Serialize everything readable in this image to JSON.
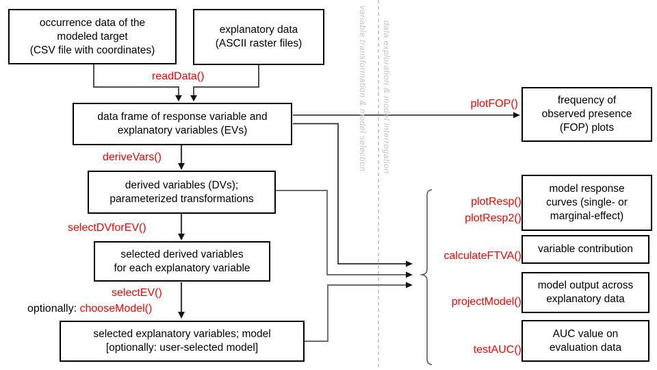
{
  "boxes": {
    "occurrence": "occurrence data of the\nmodeled target\n(CSV file with coordinates)",
    "explanatory": "explanatory data\n(ASCII raster files)",
    "dataframe": "data frame of response variable and\nexplanatory variables (EVs)",
    "derived": "derived variables (DVs);\nparameterized transformations",
    "selected_dv": "selected derived variables\nfor each explanatory variable",
    "selected_ev": "selected explanatory variables; model\n[optionally: user-selected model]",
    "fop": "frequency of\nobserved presence\n(FOP) plots",
    "response": "model response\ncurves (single- or\nmarginal-effect)",
    "contribution": "variable contribution",
    "output": "model output across\nexplanatory data",
    "auc": "AUC value on\nevaluation data"
  },
  "functions": {
    "readData": "readData()",
    "deriveVars": "deriveVars()",
    "selectDVforEV": "selectDVforEV()",
    "selectEV": "selectEV()",
    "optionally_prefix": "optionally: ",
    "chooseModel": "chooseModel()",
    "plotFOP": "plotFOP()",
    "plotResp": "plotResp()",
    "plotResp2": "plotResp2()",
    "calculateFTVA": "calculateFTVA()",
    "projectModel": "projectModel()",
    "testAUC": "testAUC()"
  },
  "side_labels": {
    "left": "variable transformation   &   model selection",
    "right": "data exploration   &   model interrogation"
  },
  "colors": {
    "function_name": "#ff0000",
    "box_border": "#000000",
    "connector": "#595959",
    "dashed_divider": "#ababab",
    "side_label": "#c3c3c3"
  }
}
